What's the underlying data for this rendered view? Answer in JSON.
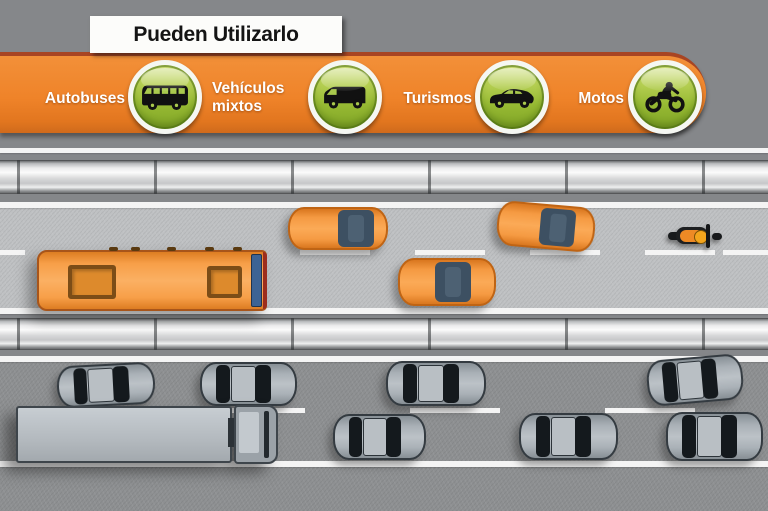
{
  "title_banner": {
    "text": "Pueden Utilizarlo"
  },
  "allowed_banner": {
    "items": [
      {
        "label": "Autobuses",
        "icon": "bus-icon"
      },
      {
        "label": "Vehículos mixtos",
        "icon": "van-icon"
      },
      {
        "label": "Turismos",
        "icon": "car-icon"
      },
      {
        "label": "Motos",
        "icon": "motorcycle-icon"
      }
    ],
    "colors": {
      "background": "#EF8329",
      "badge_green": "#97BA33",
      "badge_ring": "#F5F7F2",
      "label_text": "#FFFFFF"
    }
  },
  "scene": {
    "priority_road": {
      "description": "reserved lanes with permitted vehicles",
      "vehicles": [
        "bus",
        "car",
        "car",
        "car",
        "motorcycle"
      ],
      "vehicle_color": "#F59A42"
    },
    "general_road": {
      "description": "congested general lanes",
      "vehicles": [
        "truck",
        "car",
        "car",
        "car",
        "car",
        "car",
        "car",
        "car"
      ],
      "vehicle_color": "#AAB1B7"
    },
    "road_colors": {
      "priority_surface": "#BFC1C3",
      "general_surface": "#8E9092",
      "shoulder": "#85878A",
      "lane_line": "#F4F4F4"
    }
  }
}
